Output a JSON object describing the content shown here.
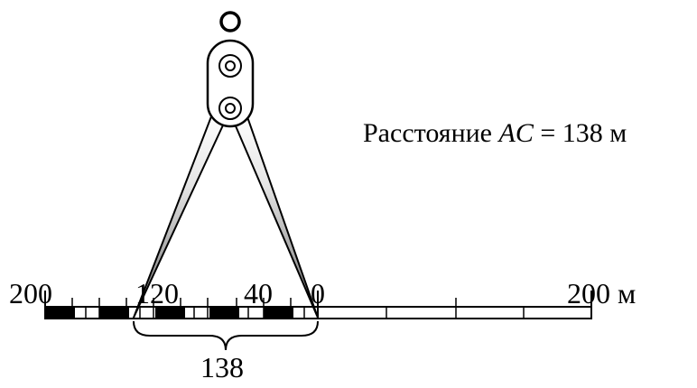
{
  "caption": {
    "prefix": "Расстояние ",
    "segment": "AC",
    "equals": " = ",
    "value": "138",
    "unit": "м"
  },
  "scale": {
    "left_label": "200",
    "labels": [
      "120",
      "40",
      "0"
    ],
    "right_label": "200 м",
    "measured_label": "138"
  },
  "colors": {
    "ink": "#000000",
    "blade_light": "#ffffff",
    "blade_dark": "#7a7a7a"
  },
  "icons": {
    "instrument": "dividers-icon",
    "ring": "ring-icon",
    "pivot": "pivot-screw-icon",
    "brace": "curly-brace-icon"
  }
}
